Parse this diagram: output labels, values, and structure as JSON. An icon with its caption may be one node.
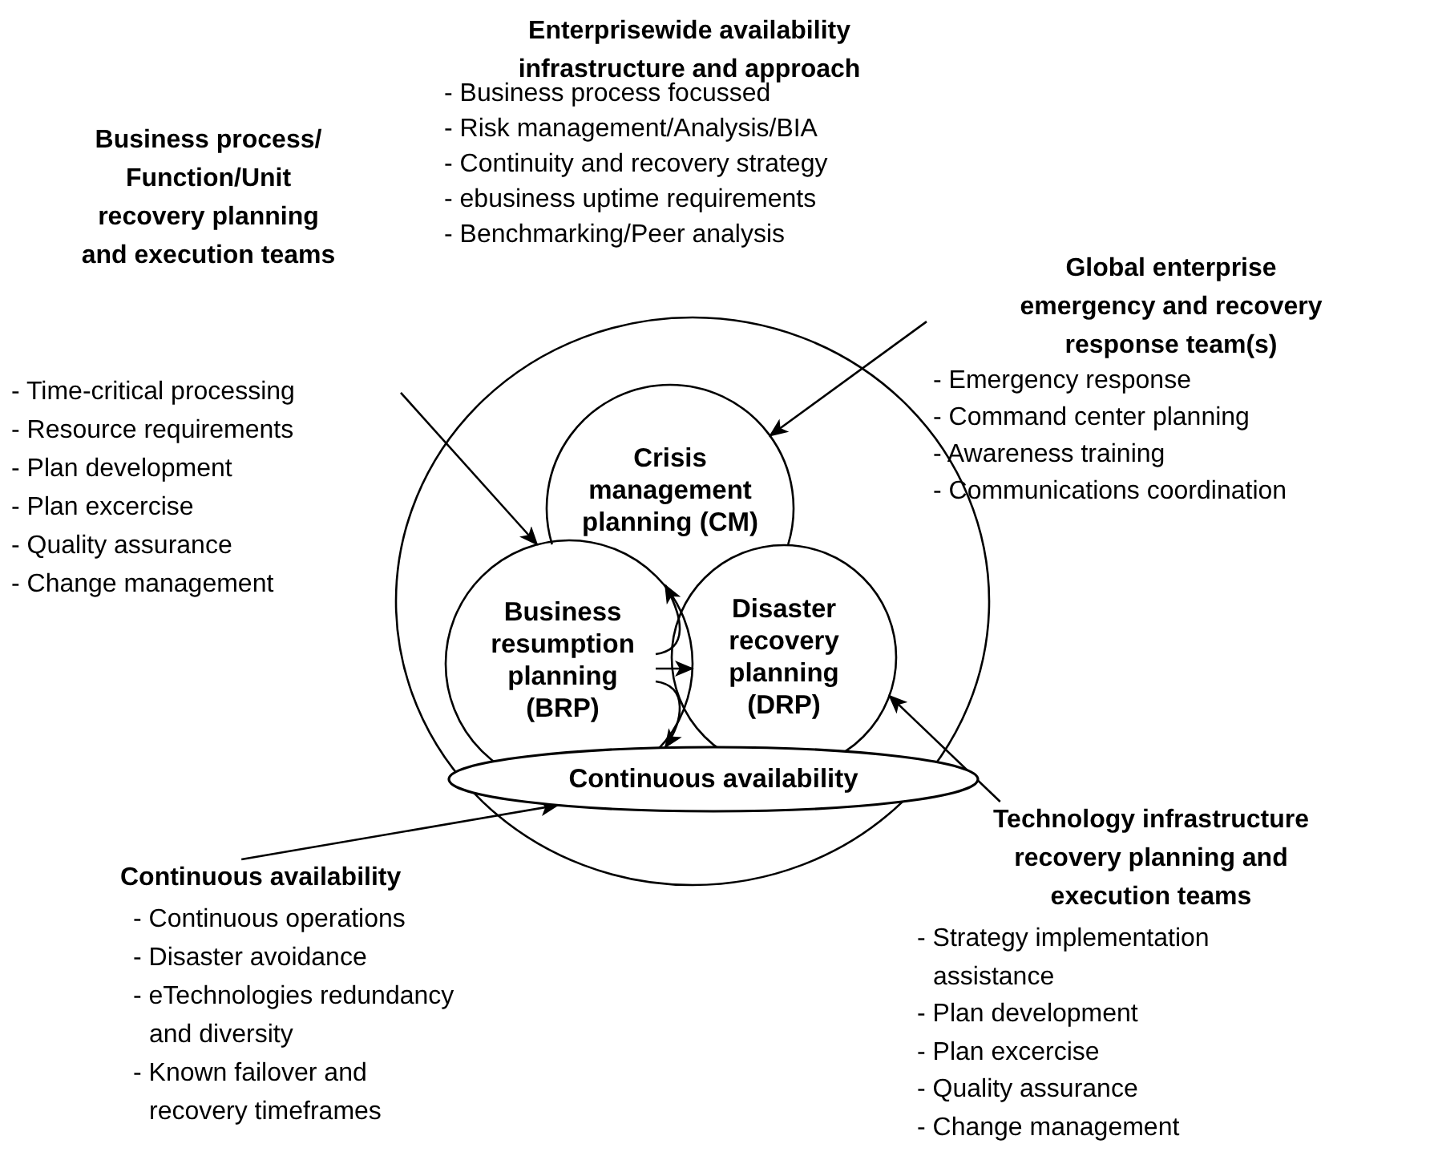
{
  "diagram": {
    "nodes": [
      {
        "text": [],
        "shape": "circle"
      },
      {
        "text": [
          "Crisis management planning (CM)"
        ],
        "in": 0
      },
      {
        "text": [
          "Business resumption planning (BRP)"
        ],
        "in": 0
      },
      {
        "text": [
          "Disaster recovery planning (DRP)"
        ],
        "in": 0
      },
      {
        "text": [
          "Continuous availability"
        ],
        "in": 0
      },
      {
        "text": [
          "Business process/ Function/Unit recovery planning and execution teams",
          "- Time-critical processing",
          "- Resource requirements",
          "- Plan development",
          "- Plan excercise",
          "- Quality assurance",
          "- Change management"
        ]
      },
      {
        "text": [
          "Global enterprise emergency and recovery response team(s)",
          "- Emergency response",
          "- Command center planning",
          "- Awareness training",
          "- Communications coordination"
        ]
      },
      {
        "text": [
          "Continuous availability",
          "- Continuous operations",
          "- Disaster avoidance",
          "- eTechnologies redundancy and diversity",
          "- Known failover and recovery timeframes"
        ]
      },
      {
        "text": [
          "Technology infrastructure recovery planning and execution teams",
          "- Strategy implementation assistance",
          "- Plan development",
          "- Plan excercise",
          "- Quality assurance",
          "- Change management"
        ]
      }
    ],
    "edges": [
      {
        "from": 5,
        "to": 2,
        "arrow": "to"
      },
      {
        "from": 6,
        "to": 1,
        "arrow": "to"
      },
      {
        "from": 8,
        "to": 3,
        "arrow": "to"
      },
      {
        "from": 7,
        "to": 4,
        "arrow": "to"
      },
      {
        "from": 2,
        "to": 1,
        "arrow": "to"
      },
      {
        "from": 2,
        "to": 3,
        "arrow": "to"
      },
      {
        "from": 2,
        "to": 4,
        "arrow": "to"
      }
    ],
    "labels": [
      "Enterprisewide availability infrastructure and approach",
      "- Business process focussed",
      "- Risk management/Analysis/BIA",
      "- Continuity and recovery strategy",
      "- ebusiness uptime requirements",
      "- Benchmarking/Peer analysis"
    ]
  }
}
